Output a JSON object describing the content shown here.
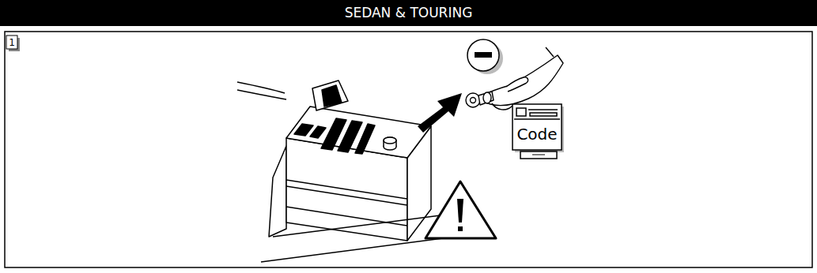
{
  "diagram": {
    "title": "SEDAN & TOURING",
    "labels": [
      "1",
      "Code"
    ]
  }
}
